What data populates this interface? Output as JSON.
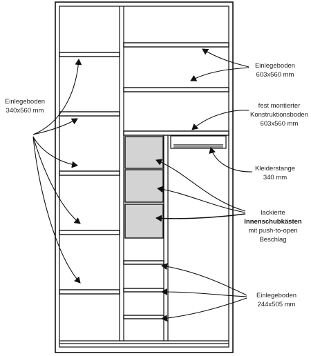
{
  "labels": {
    "left": [
      "Einlegeboden",
      "340x560 mm"
    ],
    "top_right": [
      "Einlegeboden",
      "603x560 mm"
    ],
    "construction": [
      "fest montierter",
      "Konstruktionsboden",
      "603x560 mm"
    ],
    "rail": [
      "Kleiderstange",
      "340 mm"
    ],
    "drawers": [
      "lackierte",
      "Innenschubkästen",
      "mit push-to-open",
      "Beschlag"
    ],
    "bottom_right": [
      "Einlegeboden",
      "244x505 mm"
    ]
  }
}
